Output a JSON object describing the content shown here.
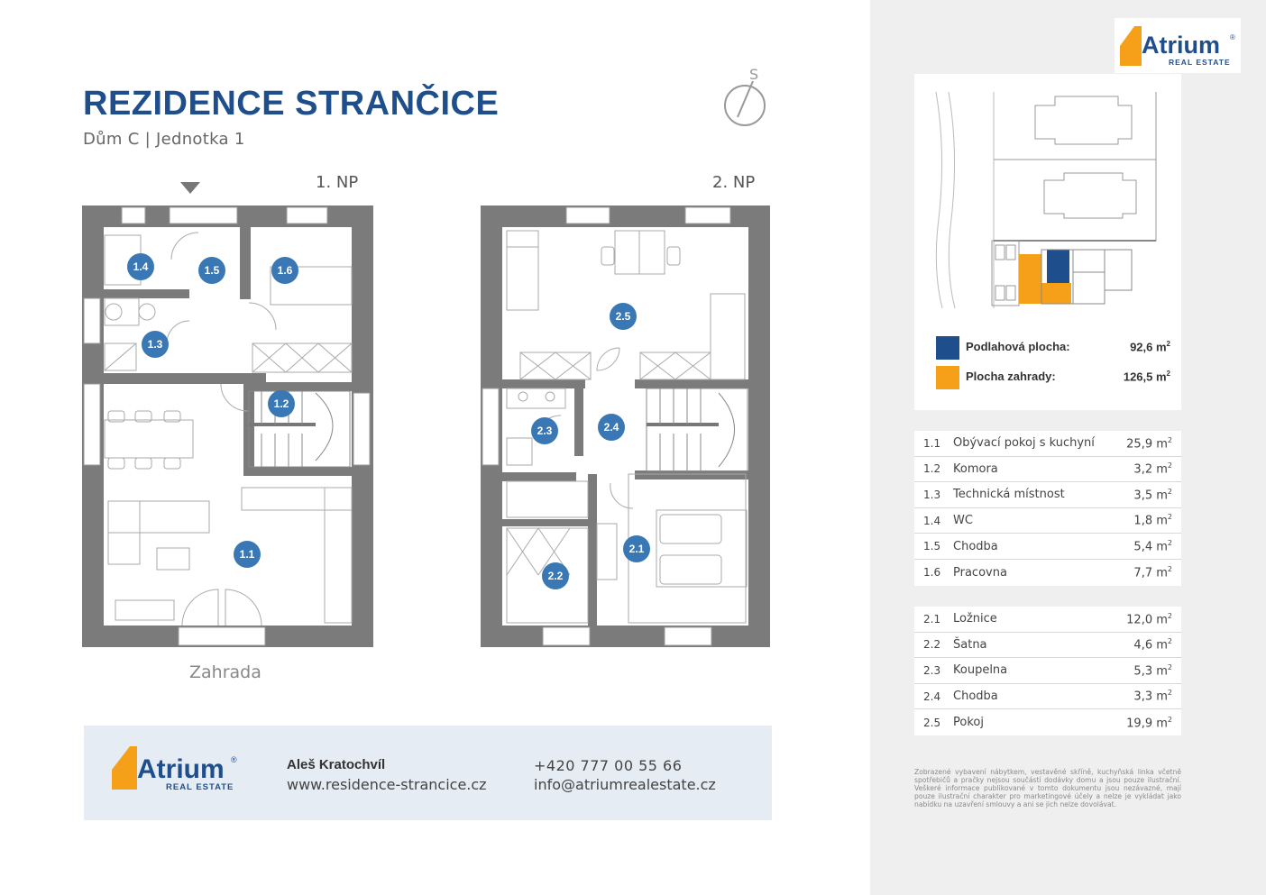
{
  "header": {
    "title": "REZIDENCE STRANČICE",
    "subtitle": "Dům C  |  Jednotka 1",
    "compass_letter": "S"
  },
  "floors": [
    {
      "label": "1. NP",
      "rooms": [
        "1.1",
        "1.2",
        "1.3",
        "1.4",
        "1.5",
        "1.6"
      ]
    },
    {
      "label": "2. NP",
      "rooms": [
        "2.1",
        "2.2",
        "2.3",
        "2.4",
        "2.5"
      ]
    }
  ],
  "garden_label": "Zahrada",
  "logo": {
    "word": "Atrium",
    "registered": "®",
    "sub": "REAL ESTATE"
  },
  "contact": {
    "name": "Aleš Kratochvíl",
    "website": "www.residence-strancice.cz",
    "phone": "+420 777 00 55 66",
    "email": "info@atriumrealestate.cz"
  },
  "legend": [
    {
      "label": "Podlahová plocha:",
      "value": "92,6 m",
      "color": "#1e4f8c"
    },
    {
      "label": "Plocha zahrady:",
      "value": "126,5 m",
      "color": "#f6a01a"
    }
  ],
  "rooms_floor1": [
    {
      "num": "1.1",
      "name": "Obývací pokoj s kuchyní",
      "area": "25,9 m"
    },
    {
      "num": "1.2",
      "name": "Komora",
      "area": "3,2 m"
    },
    {
      "num": "1.3",
      "name": "Technická místnost",
      "area": "3,5 m"
    },
    {
      "num": "1.4",
      "name": "WC",
      "area": "1,8 m"
    },
    {
      "num": "1.5",
      "name": "Chodba",
      "area": "5,4 m"
    },
    {
      "num": "1.6",
      "name": "Pracovna",
      "area": "7,7 m"
    }
  ],
  "rooms_floor2": [
    {
      "num": "2.1",
      "name": "Ložnice",
      "area": "12,0 m"
    },
    {
      "num": "2.2",
      "name": "Šatna",
      "area": "4,6 m"
    },
    {
      "num": "2.3",
      "name": "Koupelna",
      "area": "5,3 m"
    },
    {
      "num": "2.4",
      "name": "Chodba",
      "area": "3,3 m"
    },
    {
      "num": "2.5",
      "name": "Pokoj",
      "area": "19,9 m"
    }
  ],
  "area_unit_sup": "2",
  "disclaimer": "Zobrazené vybavení nábytkem, vestavěné skříně, kuchyňská linka včetně spotřebičů a pračky nejsou součástí dodávky domu a jsou pouze ilustrační. Veškeré informace publikované v tomto dokumentu jsou nezávazné, mají pouze ilustrační charakter pro marketingové účely a nelze je vykládat jako nabídku na uzavření smlouvy a ani se jich nelze dovolávat.",
  "colors": {
    "brand_blue": "#1e4f8c",
    "brand_orange": "#f6a01a",
    "marker_blue": "#3a78b5",
    "wall": "#7b7b7b"
  }
}
